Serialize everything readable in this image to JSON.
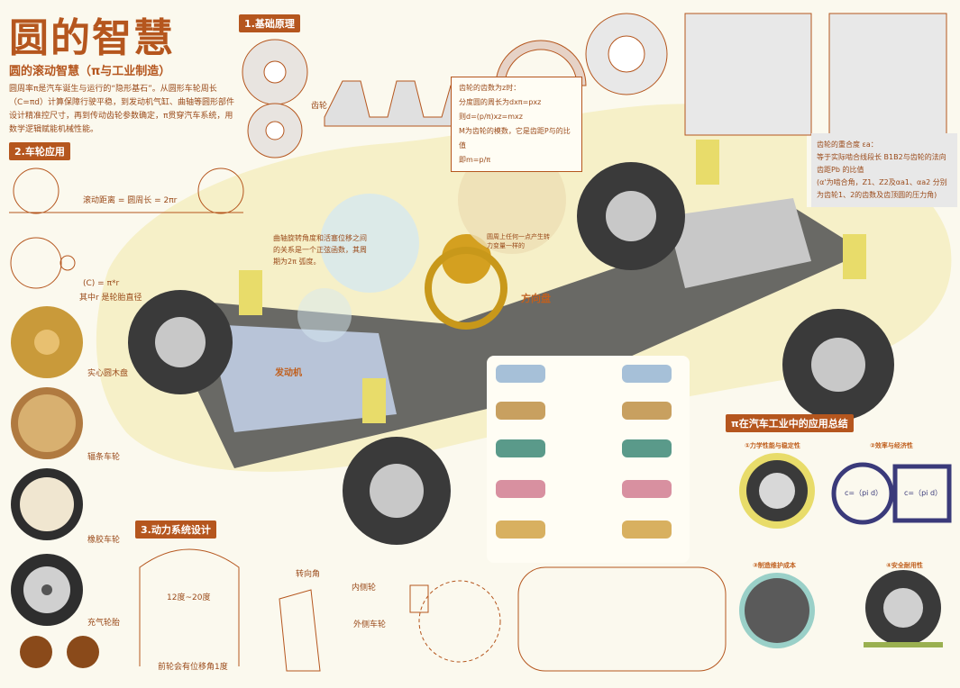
{
  "header": {
    "title": "圆的智慧",
    "subtitle": "圆的滚动智慧（π与工业制造）",
    "intro": "圆周率π是汽车诞生与运行的“隐形基石”。从圆形车轮周长（C=πd）计算保障行驶平稳，到发动机气缸、曲轴等圆形部件设计精准控尺寸，再到传动齿轮参数确定，π贯穿汽车系统，用数学逻辑赋能机械性能。"
  },
  "sections": {
    "basics": "1.基础原理",
    "wheels": "2.车轮应用",
    "power": "3.动力系统设计",
    "summary": "π在汽车工业中的应用总结"
  },
  "basics": {
    "gear_label": "齿轮",
    "box_lines": [
      "齿轮的齿数为z时：",
      "分度圆的周长为dxπ=pxz",
      "则d=(p/π)xz=mxz",
      "M为齿轮的模数，它是齿距P与的比值",
      "即m=p/π"
    ],
    "overlap_lines": [
      "齿轮的重合度 εa：",
      "等于实际啮合线段长 B1B2与齿轮的法向齿距Pb 的比值",
      "(α'为啮合角，Z1、Z2及αa1、αa2 分别为齿轮1、2的齿数及齿顶圆的压力角)"
    ]
  },
  "wheels": {
    "rolling": "滚动距离 = 圆周长 = 2πr",
    "formula": "(C) = π*r",
    "formula_note": "其中r 是轮胎直径",
    "types": [
      "实心圆木盘",
      "辐条车轮",
      "橡胶车轮",
      "充气轮胎"
    ]
  },
  "center": {
    "bubble_left": "曲轴旋转角度和活塞位移之间的关系是一个正弦函数，其周期为2π 弧度。",
    "bubble_right": "圆周上任何一点产生转力变量一样的",
    "steering_label": "方向盘",
    "engine_label": "发动机"
  },
  "power": {
    "range": "12度~20度",
    "bottom_note": "前轮会有位移角1度",
    "labels": [
      "转向角",
      "内侧轮",
      "外侧车轮"
    ]
  },
  "summary": {
    "items": [
      "①力学性能与稳定性",
      "②效率与经济性",
      "③制造维护成本",
      "④安全耐用性"
    ],
    "circle_text": "c=（pi d）",
    "square_text": "c=（pi d）"
  },
  "colors": {
    "accent": "#b5561e",
    "cream": "#f6f0c8",
    "tire": "#3a3a3a"
  }
}
